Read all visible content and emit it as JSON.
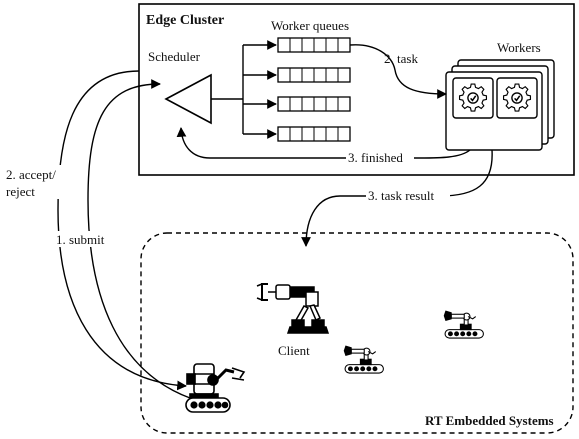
{
  "edge_cluster": {
    "title": "Edge Cluster",
    "scheduler_label": "Scheduler",
    "queues_label": "Worker queues",
    "workers_label": "Workers",
    "queue_count": 4,
    "slots_per_queue": 6
  },
  "arrows": {
    "task": "2. task",
    "finished": "3. finished",
    "task_result": "3. task result",
    "accept_reject_line1": "2. accept/",
    "accept_reject_line2": "reject",
    "submit": "1. submit"
  },
  "embedded": {
    "title": "RT Embedded Systems",
    "client_label": "Client"
  },
  "icons": [
    "gear-icon",
    "robot-arm-icon",
    "crawler-robot-icon"
  ]
}
